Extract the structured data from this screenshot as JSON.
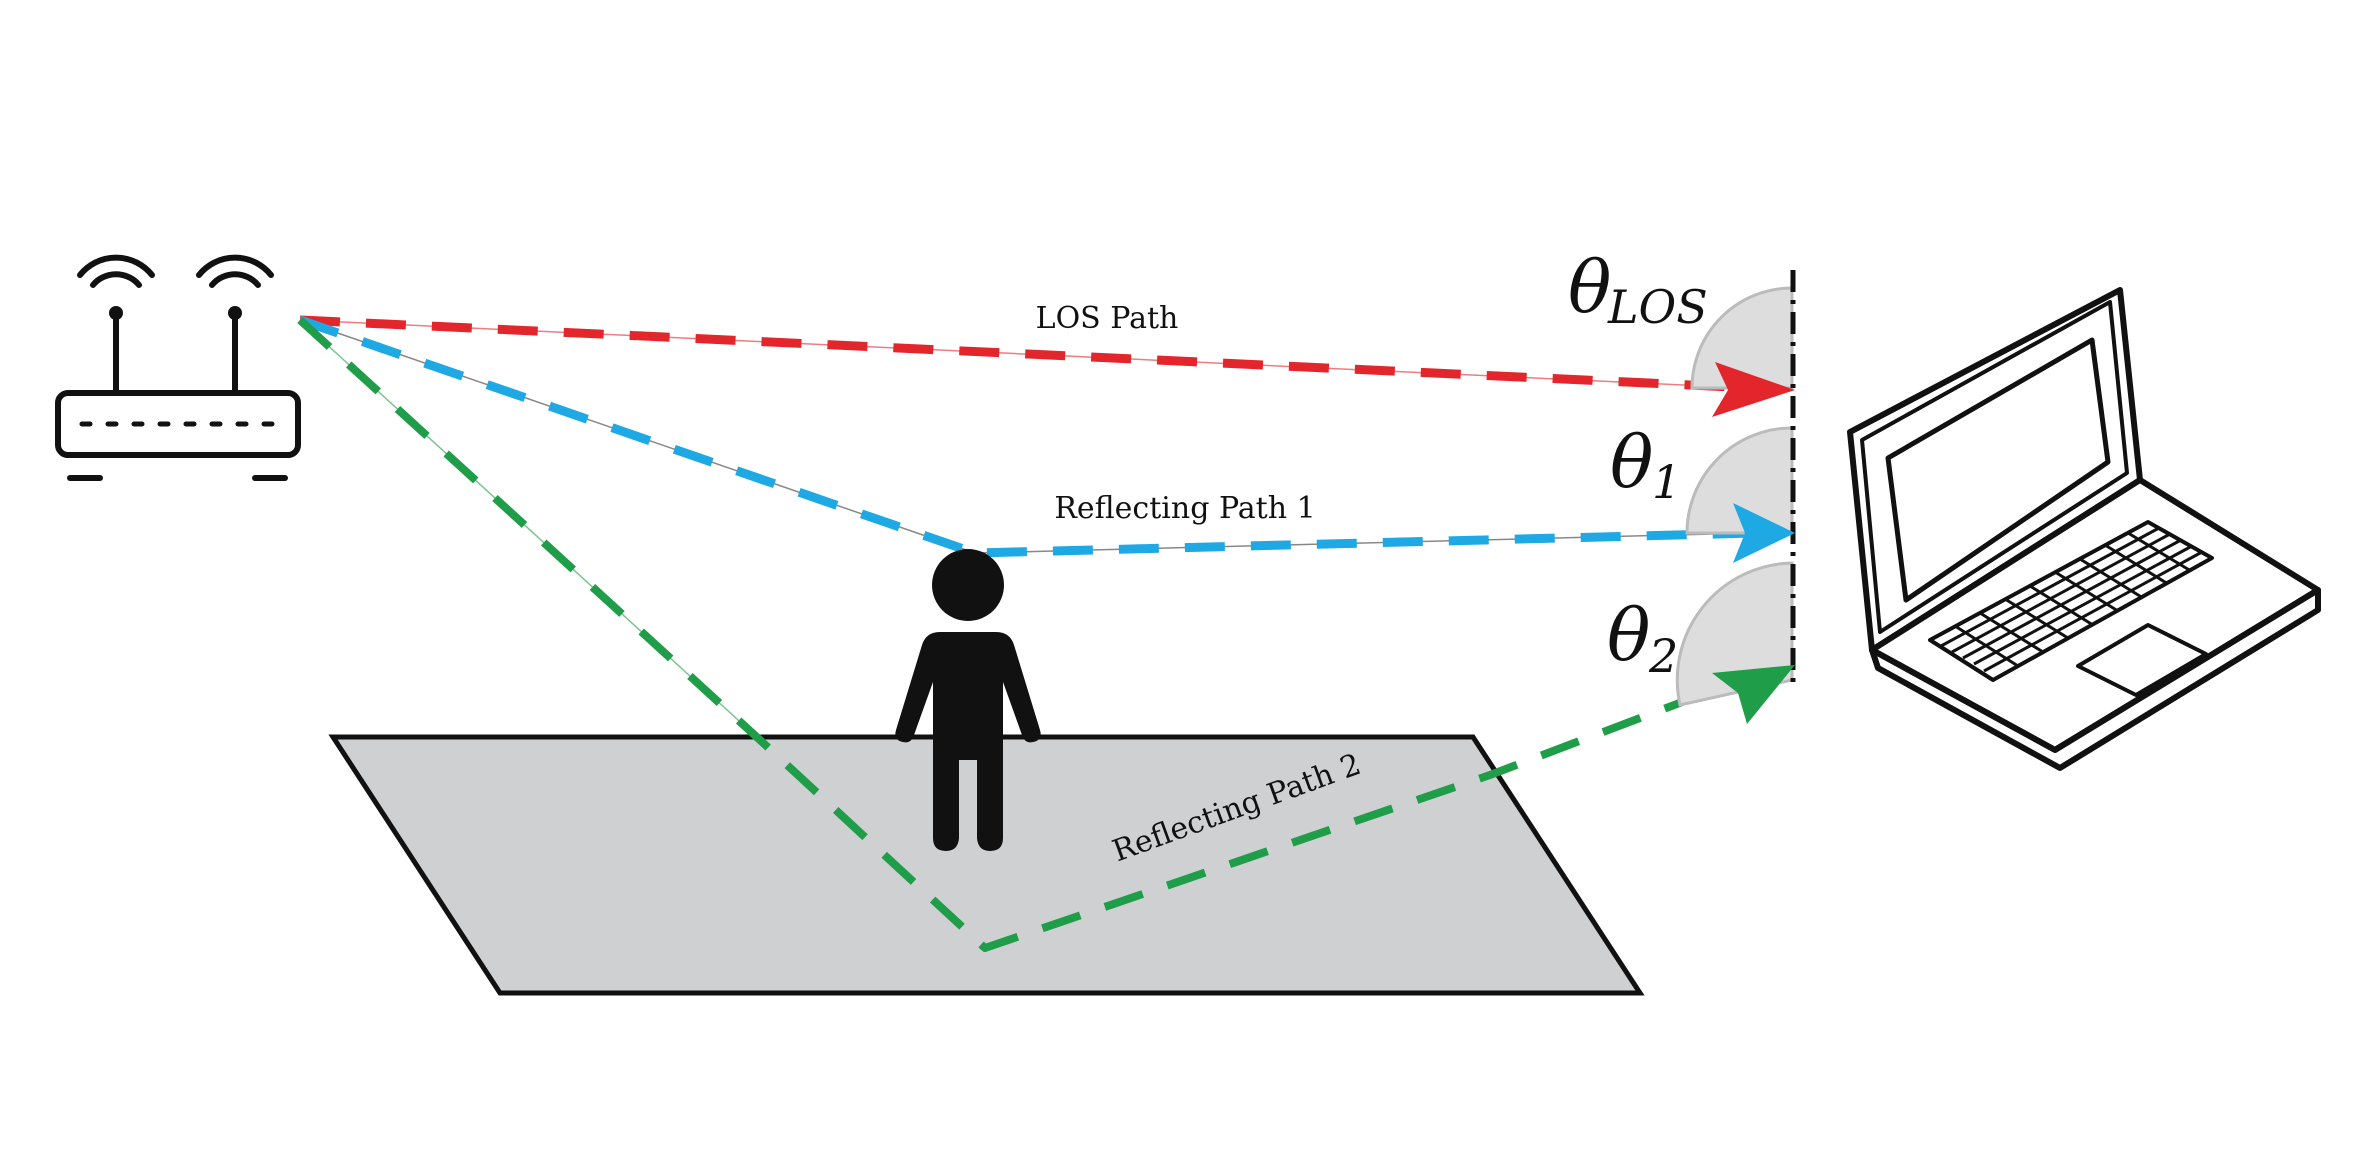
{
  "diagram": {
    "colors": {
      "los": "#e3262b",
      "reflect1": "#1ea8e4",
      "reflect2": "#1f9d48",
      "floor": "#cfd0d2",
      "sector": "#dddddd",
      "ink": "#111111"
    },
    "icons": {
      "transmitter": "wifi-router-icon",
      "person": "person-icon",
      "receiver": "laptop-icon"
    },
    "paths": [
      {
        "id": "los",
        "label": "LOS Path"
      },
      {
        "id": "reflect1",
        "label": "Reflecting Path 1"
      },
      {
        "id": "reflect2",
        "label": "Reflecting Path 2"
      }
    ],
    "angles": [
      {
        "symbol": "θ",
        "subscript": "LOS"
      },
      {
        "symbol": "θ",
        "subscript": "1"
      },
      {
        "symbol": "θ",
        "subscript": "2"
      }
    ]
  }
}
